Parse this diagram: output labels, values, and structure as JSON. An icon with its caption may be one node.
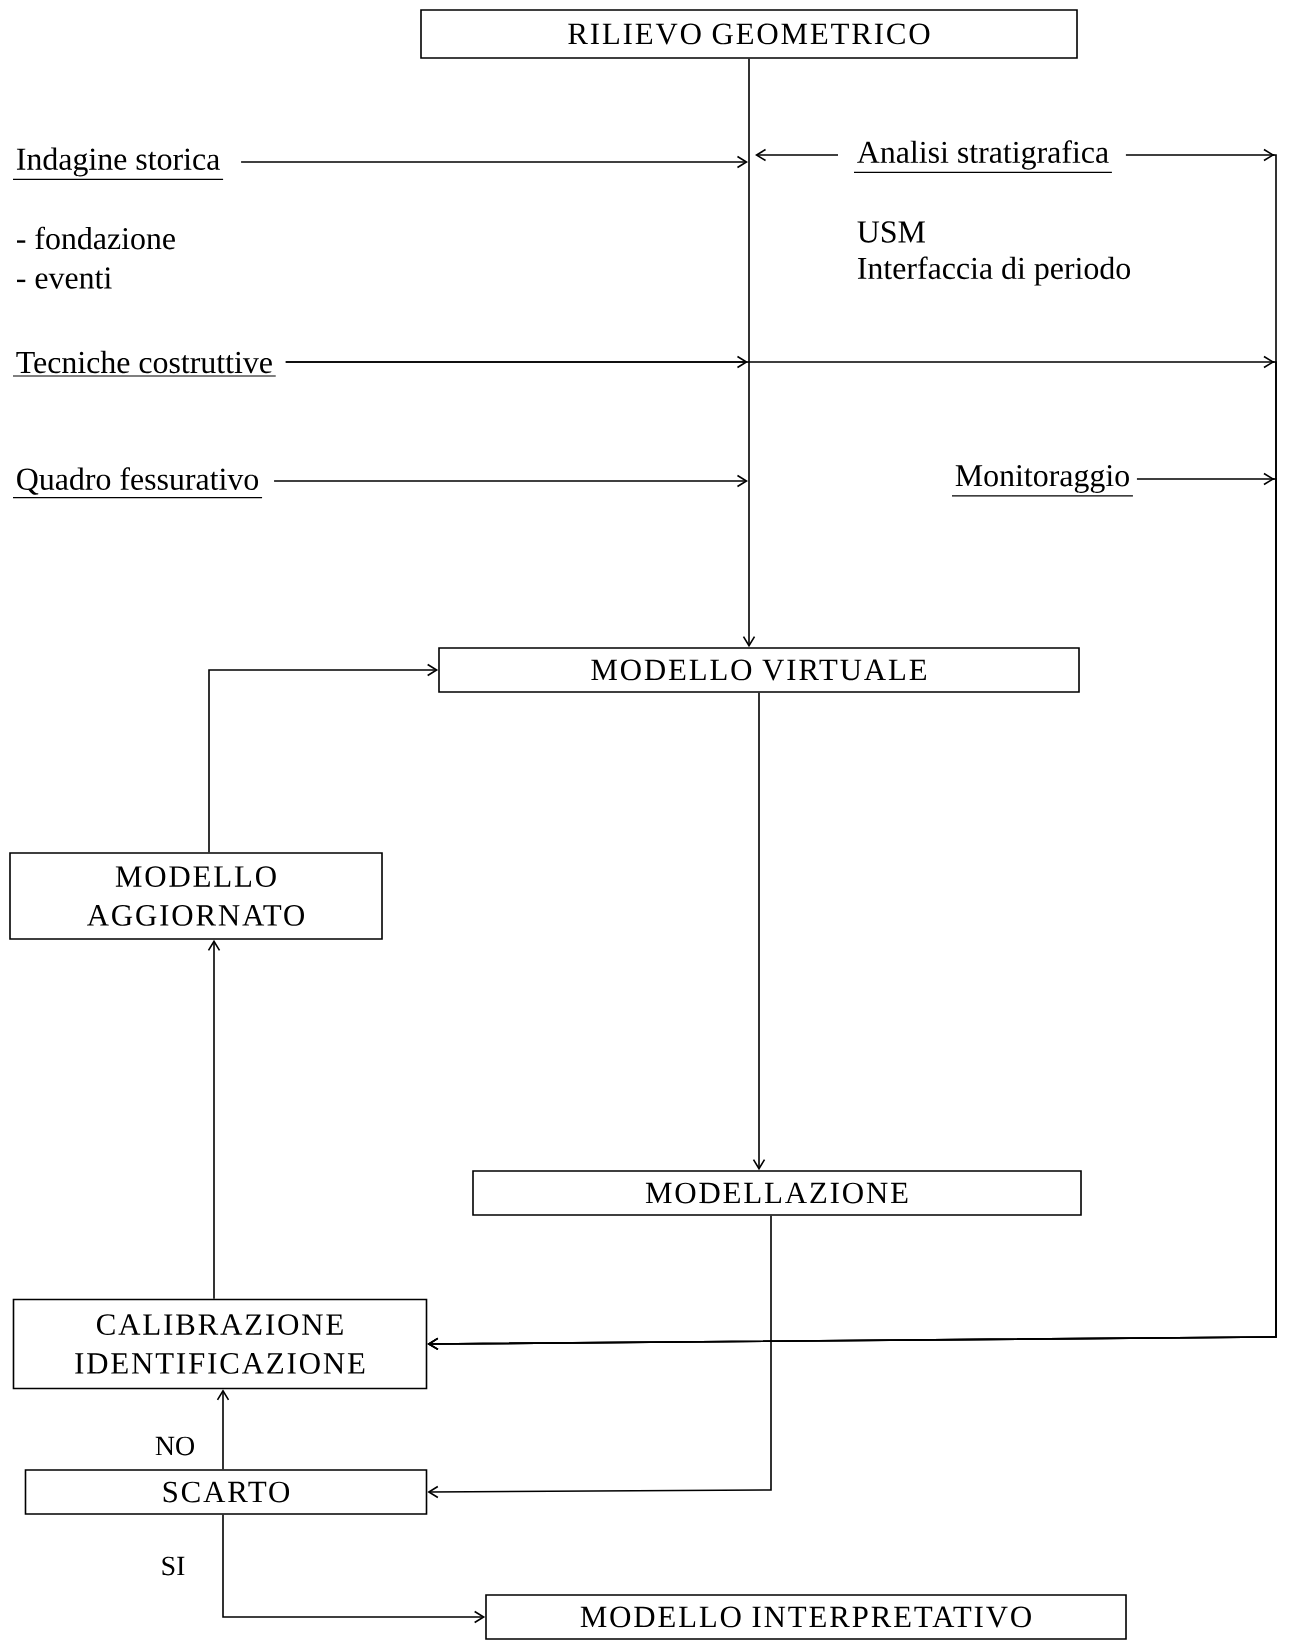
{
  "diagram": {
    "nodes": [
      {
        "text": [
          "RILIEVO GEOMETRICO"
        ]
      },
      {
        "text": [
          "Indagine storica"
        ]
      },
      {
        "text": [
          "Analisi stratigrafica"
        ]
      },
      {
        "text": [
          "Tecniche costruttive"
        ]
      },
      {
        "text": [
          "Quadro fessurativo"
        ]
      },
      {
        "text": [
          "Monitoraggio"
        ]
      },
      {
        "text": [
          "MODELLO VIRTUALE"
        ]
      },
      {
        "text": [
          "MODELLO AGGIORNATO"
        ]
      },
      {
        "text": [
          "MODELLAZIONE"
        ]
      },
      {
        "text": [
          "CALIBRAZIONE IDENTIFICAZIONE"
        ]
      },
      {
        "text": [
          "SCARTO"
        ]
      },
      {
        "text": [
          "MODELLO INTERPRETATIVO"
        ]
      }
    ],
    "edges": [
      {
        "from": 0,
        "to": 6,
        "arrow": "to"
      },
      {
        "from": 1,
        "to": null,
        "arrow": "to"
      },
      {
        "from": 2,
        "to": null,
        "arrow": "to"
      },
      {
        "from": 2,
        "to": 9,
        "arrow": "to"
      },
      {
        "from": 3,
        "to": null,
        "arrow": "to"
      },
      {
        "from": 3,
        "to": 9,
        "arrow": "to"
      },
      {
        "from": 4,
        "to": null,
        "arrow": "to"
      },
      {
        "from": 5,
        "to": 9,
        "arrow": "to"
      },
      {
        "from": 6,
        "to": 8,
        "arrow": "to"
      },
      {
        "from": 8,
        "to": 10,
        "arrow": "to"
      },
      {
        "from": 10,
        "to": 9,
        "arrow": "to",
        "label": "NO"
      },
      {
        "from": 10,
        "to": 11,
        "arrow": "to",
        "label": "SI"
      },
      {
        "from": 9,
        "to": 7,
        "arrow": "to"
      },
      {
        "from": 7,
        "to": 6,
        "arrow": "to"
      }
    ],
    "labels": [
      "- fondazione",
      "- eventi",
      "USM",
      "Interfaccia di periodo"
    ]
  }
}
